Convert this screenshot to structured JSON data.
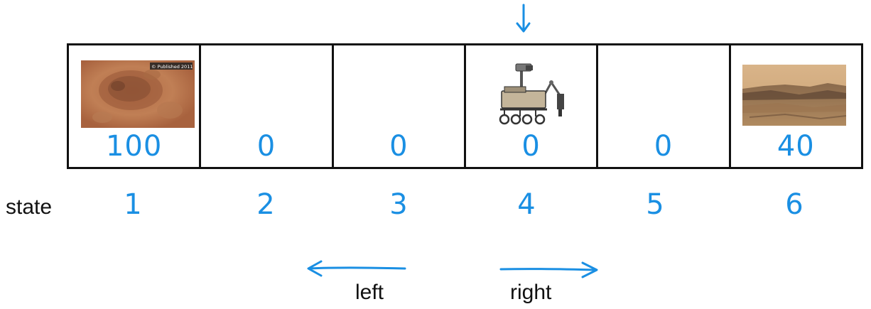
{
  "cells": [
    {
      "state": "1",
      "reward": "100",
      "image": "crater-photo",
      "caption": "© Published 2011"
    },
    {
      "state": "2",
      "reward": "0",
      "image": ""
    },
    {
      "state": "3",
      "reward": "0",
      "image": ""
    },
    {
      "state": "4",
      "reward": "0",
      "image": "rover-icon"
    },
    {
      "state": "5",
      "reward": "0",
      "image": ""
    },
    {
      "state": "6",
      "reward": "40",
      "image": "landscape-photo"
    }
  ],
  "labels": {
    "state": "state",
    "left": "left",
    "right": "right"
  },
  "colors": {
    "handwriting": "#1a8fe3",
    "border": "#111111"
  }
}
